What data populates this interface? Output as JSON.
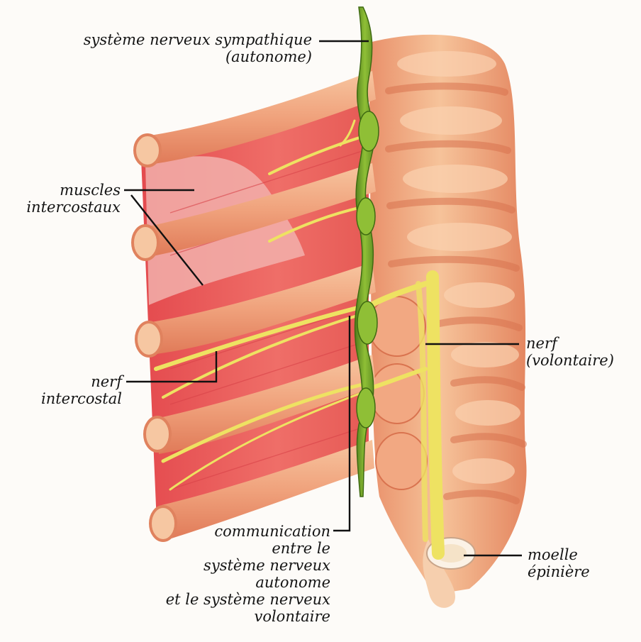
{
  "labels": {
    "sympathetic": {
      "line1": "système nerveux sympathique",
      "line2": "(autonome)"
    },
    "muscles": {
      "line1": "muscles",
      "line2": "intercostaux"
    },
    "intercostal_nerve": {
      "line1": "nerf",
      "line2": "intercostal"
    },
    "voluntary_nerve": {
      "line1": "nerf",
      "line2": "(volontaire)"
    },
    "communication": {
      "line1": "communication",
      "line2": "entre le",
      "line3": "système nerveux",
      "line4": "autonome",
      "line5": "et le système nerveux",
      "line6": "volontaire"
    },
    "spinal_cord": {
      "line1": "moelle",
      "line2": "épinière"
    }
  },
  "colors": {
    "bone": "#f3b48a",
    "bone_shade": "#e58a63",
    "muscle": "#e8585a",
    "muscle_light": "#f3b7b3",
    "nerve_yellow": "#eee262",
    "sympathetic_green": "#7fae2e",
    "leader_line": "#111111"
  }
}
